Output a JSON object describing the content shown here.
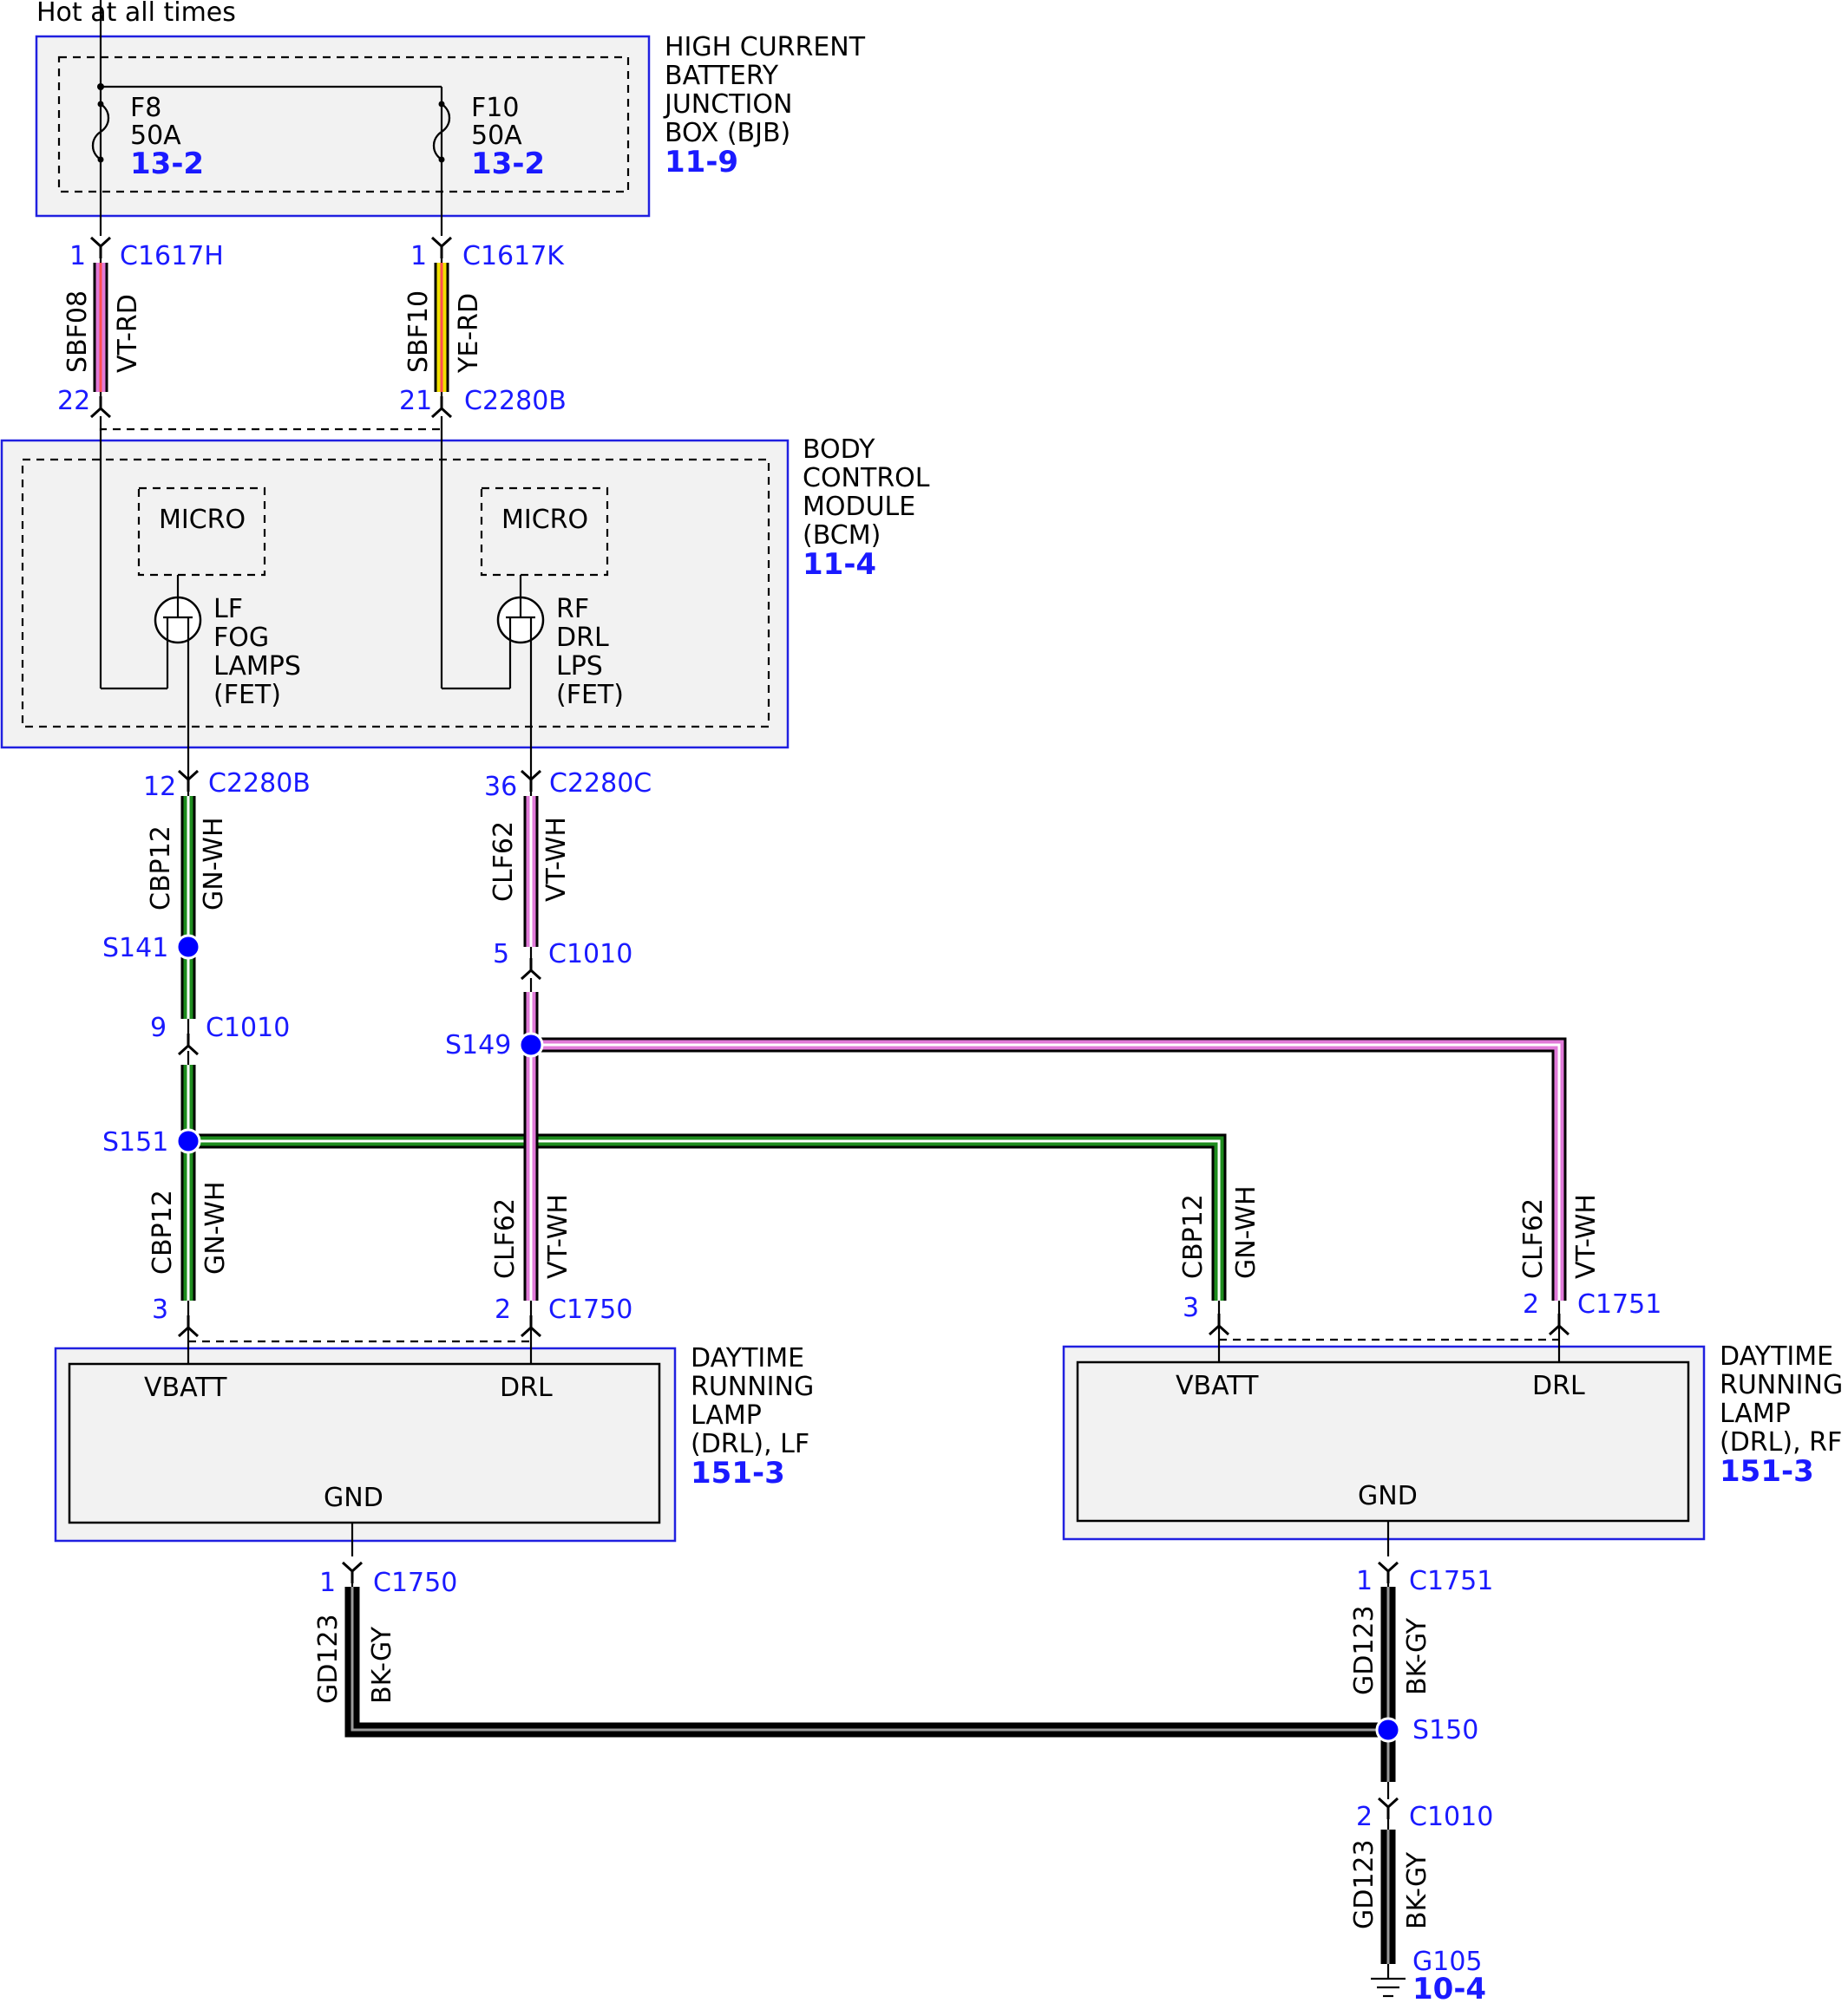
{
  "colors": {
    "component_border": "#2020e0",
    "blue_text": "#1a1aff",
    "splice_dot": "#0000ff",
    "VT": "#e07ad8",
    "RD": "#ff5050",
    "YE": "#f0e000",
    "GN": "#1e8c1e",
    "WH": "#ffffff",
    "BK": "#000000",
    "GY": "#9a9a9a"
  },
  "header": {
    "power_label": "Hot at all times"
  },
  "bjb": {
    "lines": [
      "HIGH CURRENT",
      "BATTERY",
      "JUNCTION",
      "BOX (BJB)"
    ],
    "ref": "11-9",
    "fuses": [
      {
        "name": "F8",
        "rating": "50A",
        "ref": "13-2"
      },
      {
        "name": "F10",
        "rating": "50A",
        "ref": "13-2"
      }
    ]
  },
  "bcm": {
    "lines": [
      "BODY",
      "CONTROL",
      "MODULE",
      "(BCM)"
    ],
    "ref": "11-4",
    "micro_left": "MICRO",
    "micro_right": "MICRO",
    "fet_left": [
      "LF",
      "FOG",
      "LAMPS",
      "(FET)"
    ],
    "fet_right": [
      "RF",
      "DRL",
      "LPS",
      "(FET)"
    ]
  },
  "drl_lf": {
    "lines": [
      "DAYTIME",
      "RUNNING",
      "LAMP",
      "(DRL), LF"
    ],
    "ref": "151-3",
    "vbatt": "VBATT",
    "drl": "DRL",
    "gnd": "GND"
  },
  "drl_rf": {
    "lines": [
      "DAYTIME",
      "RUNNING",
      "LAMP",
      "(DRL), RF"
    ],
    "ref": "151-3",
    "vbatt": "VBATT",
    "drl": "DRL",
    "gnd": "GND"
  },
  "connectors": {
    "c1617h": {
      "pin": "1",
      "name": "C1617H"
    },
    "c1617k": {
      "pin": "1",
      "name": "C1617K"
    },
    "c2280b_22": {
      "pin": "22",
      "name": ""
    },
    "c2280b_21": {
      "pin": "21",
      "name": "C2280B"
    },
    "c2280b_12": {
      "pin": "12",
      "name": "C2280B"
    },
    "c2280c_36": {
      "pin": "36",
      "name": "C2280C"
    },
    "c1010_9": {
      "pin": "9",
      "name": "C1010"
    },
    "c1010_5": {
      "pin": "5",
      "name": "C1010"
    },
    "c1750_3": {
      "pin": "3",
      "name": ""
    },
    "c1750_2": {
      "pin": "2",
      "name": "C1750"
    },
    "c1751_3": {
      "pin": "3",
      "name": ""
    },
    "c1751_2": {
      "pin": "2",
      "name": "C1751"
    },
    "c1750_1": {
      "pin": "1",
      "name": "C1750"
    },
    "c1751_1": {
      "pin": "1",
      "name": "C1751"
    },
    "c1010_2": {
      "pin": "2",
      "name": "C1010"
    }
  },
  "wires": {
    "sbf08": {
      "circuit": "SBF08",
      "color": "VT-RD"
    },
    "sbf10": {
      "circuit": "SBF10",
      "color": "YE-RD"
    },
    "cbp12_top": {
      "circuit": "CBP12",
      "color": "GN-WH"
    },
    "clf62_top": {
      "circuit": "CLF62",
      "color": "VT-WH"
    },
    "cbp12_lf": {
      "circuit": "CBP12",
      "color": "GN-WH"
    },
    "clf62_lf": {
      "circuit": "CLF62",
      "color": "VT-WH"
    },
    "cbp12_rf": {
      "circuit": "CBP12",
      "color": "GN-WH"
    },
    "clf62_rf": {
      "circuit": "CLF62",
      "color": "VT-WH"
    },
    "gd123_lf": {
      "circuit": "GD123",
      "color": "BK-GY"
    },
    "gd123_rf": {
      "circuit": "GD123",
      "color": "BK-GY"
    },
    "gd123_g": {
      "circuit": "GD123",
      "color": "BK-GY"
    }
  },
  "splices": {
    "s141": "S141",
    "s149": "S149",
    "s151": "S151",
    "s150": "S150"
  },
  "ground": {
    "name": "G105",
    "ref": "10-4"
  }
}
